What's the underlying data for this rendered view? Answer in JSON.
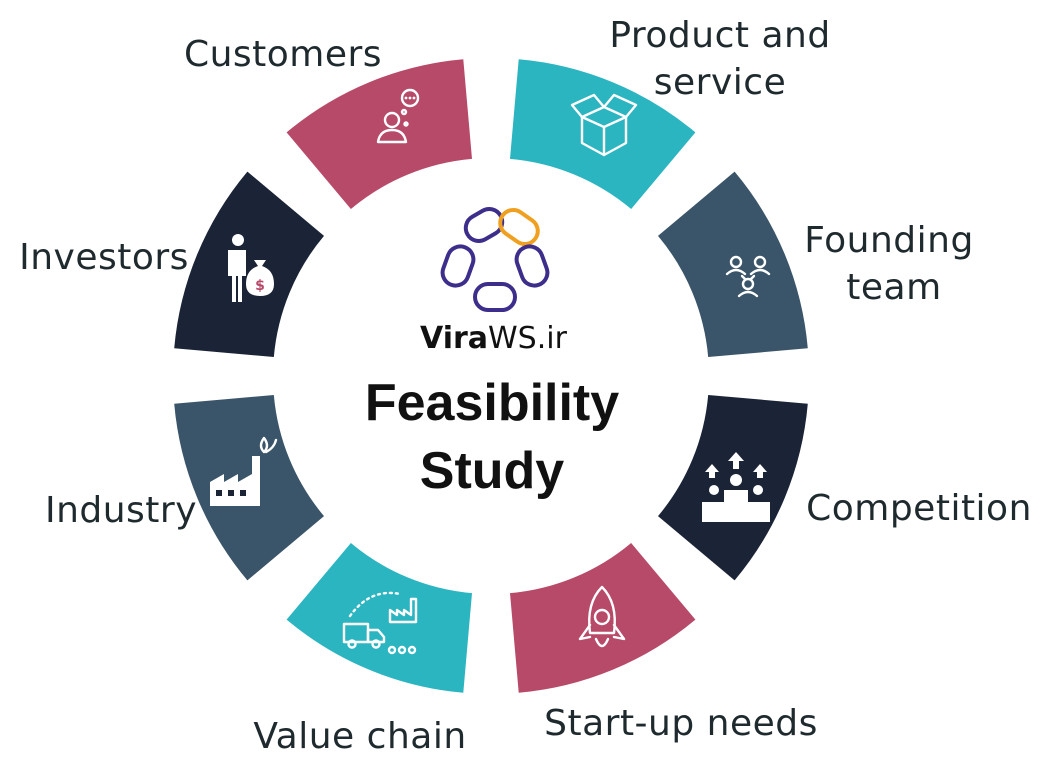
{
  "diagram": {
    "title_line1": "Feasibility",
    "title_line2": "Study",
    "logo": {
      "bold_text": "Vira",
      "regular_text": "WS.ir",
      "accent_purple": "#3d2e8c",
      "accent_orange": "#f0a020"
    },
    "segments": [
      {
        "name": "customers",
        "label_lines": [
          "Customers"
        ],
        "color": "#2ab5c1",
        "icon": "customer-thought-icon"
      },
      {
        "name": "product-and-service",
        "label_lines": [
          "Product and",
          "service"
        ],
        "color": "#3a5569",
        "icon": "open-box-icon"
      },
      {
        "name": "founding-team",
        "label_lines": [
          "Founding",
          "team"
        ],
        "color": "#1b2436",
        "icon": "team-icon"
      },
      {
        "name": "competition",
        "label_lines": [
          "Competition"
        ],
        "color": "#b84a69",
        "icon": "podium-icon"
      },
      {
        "name": "start-up-needs",
        "label_lines": [
          "Start-up needs"
        ],
        "color": "#2ab5c1",
        "icon": "rocket-icon"
      },
      {
        "name": "value-chain",
        "label_lines": [
          "Value chain"
        ],
        "color": "#3a5569",
        "icon": "supply-chain-icon"
      },
      {
        "name": "industry",
        "label_lines": [
          "Industry"
        ],
        "color": "#1b2436",
        "icon": "factory-icon"
      },
      {
        "name": "investors",
        "label_lines": [
          "Investors"
        ],
        "color": "#b84a69",
        "icon": "investor-money-bag-icon"
      }
    ]
  }
}
